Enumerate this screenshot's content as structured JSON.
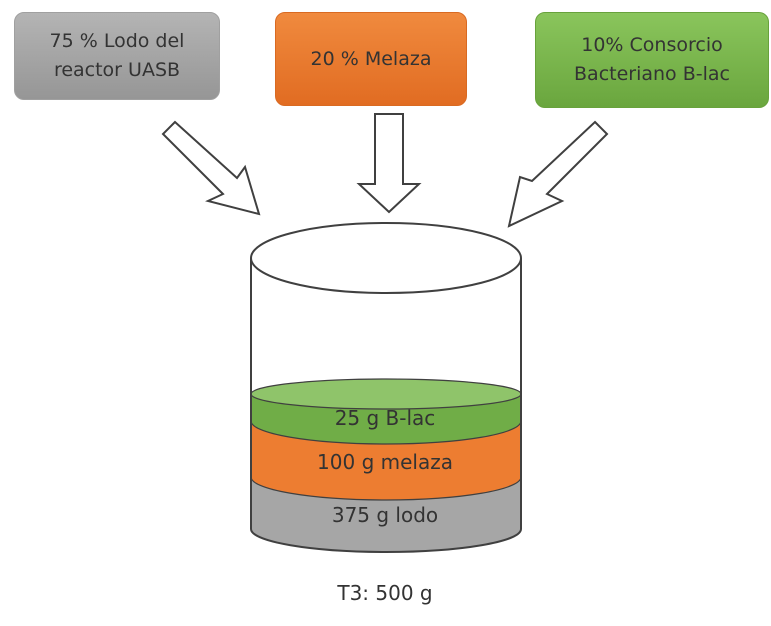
{
  "inputs": {
    "lodo": {
      "line1": "75 % Lodo del",
      "line2": "reactor UASB",
      "color": "#a6a6a6"
    },
    "melaza": {
      "line1": "20 % Melaza",
      "color": "#ed7d31"
    },
    "consorcio": {
      "line1": "10% Consorcio",
      "line2": "Bacteriano B-lac",
      "color": "#70ad47"
    }
  },
  "layers": {
    "blac": "25 g B-lac",
    "melaza": "100 g melaza",
    "lodo": "375 g lodo"
  },
  "total_label": "T3: 500 g",
  "colors": {
    "grey": "#a6a6a6",
    "orange": "#ed7d31",
    "green": "#70ad47"
  }
}
